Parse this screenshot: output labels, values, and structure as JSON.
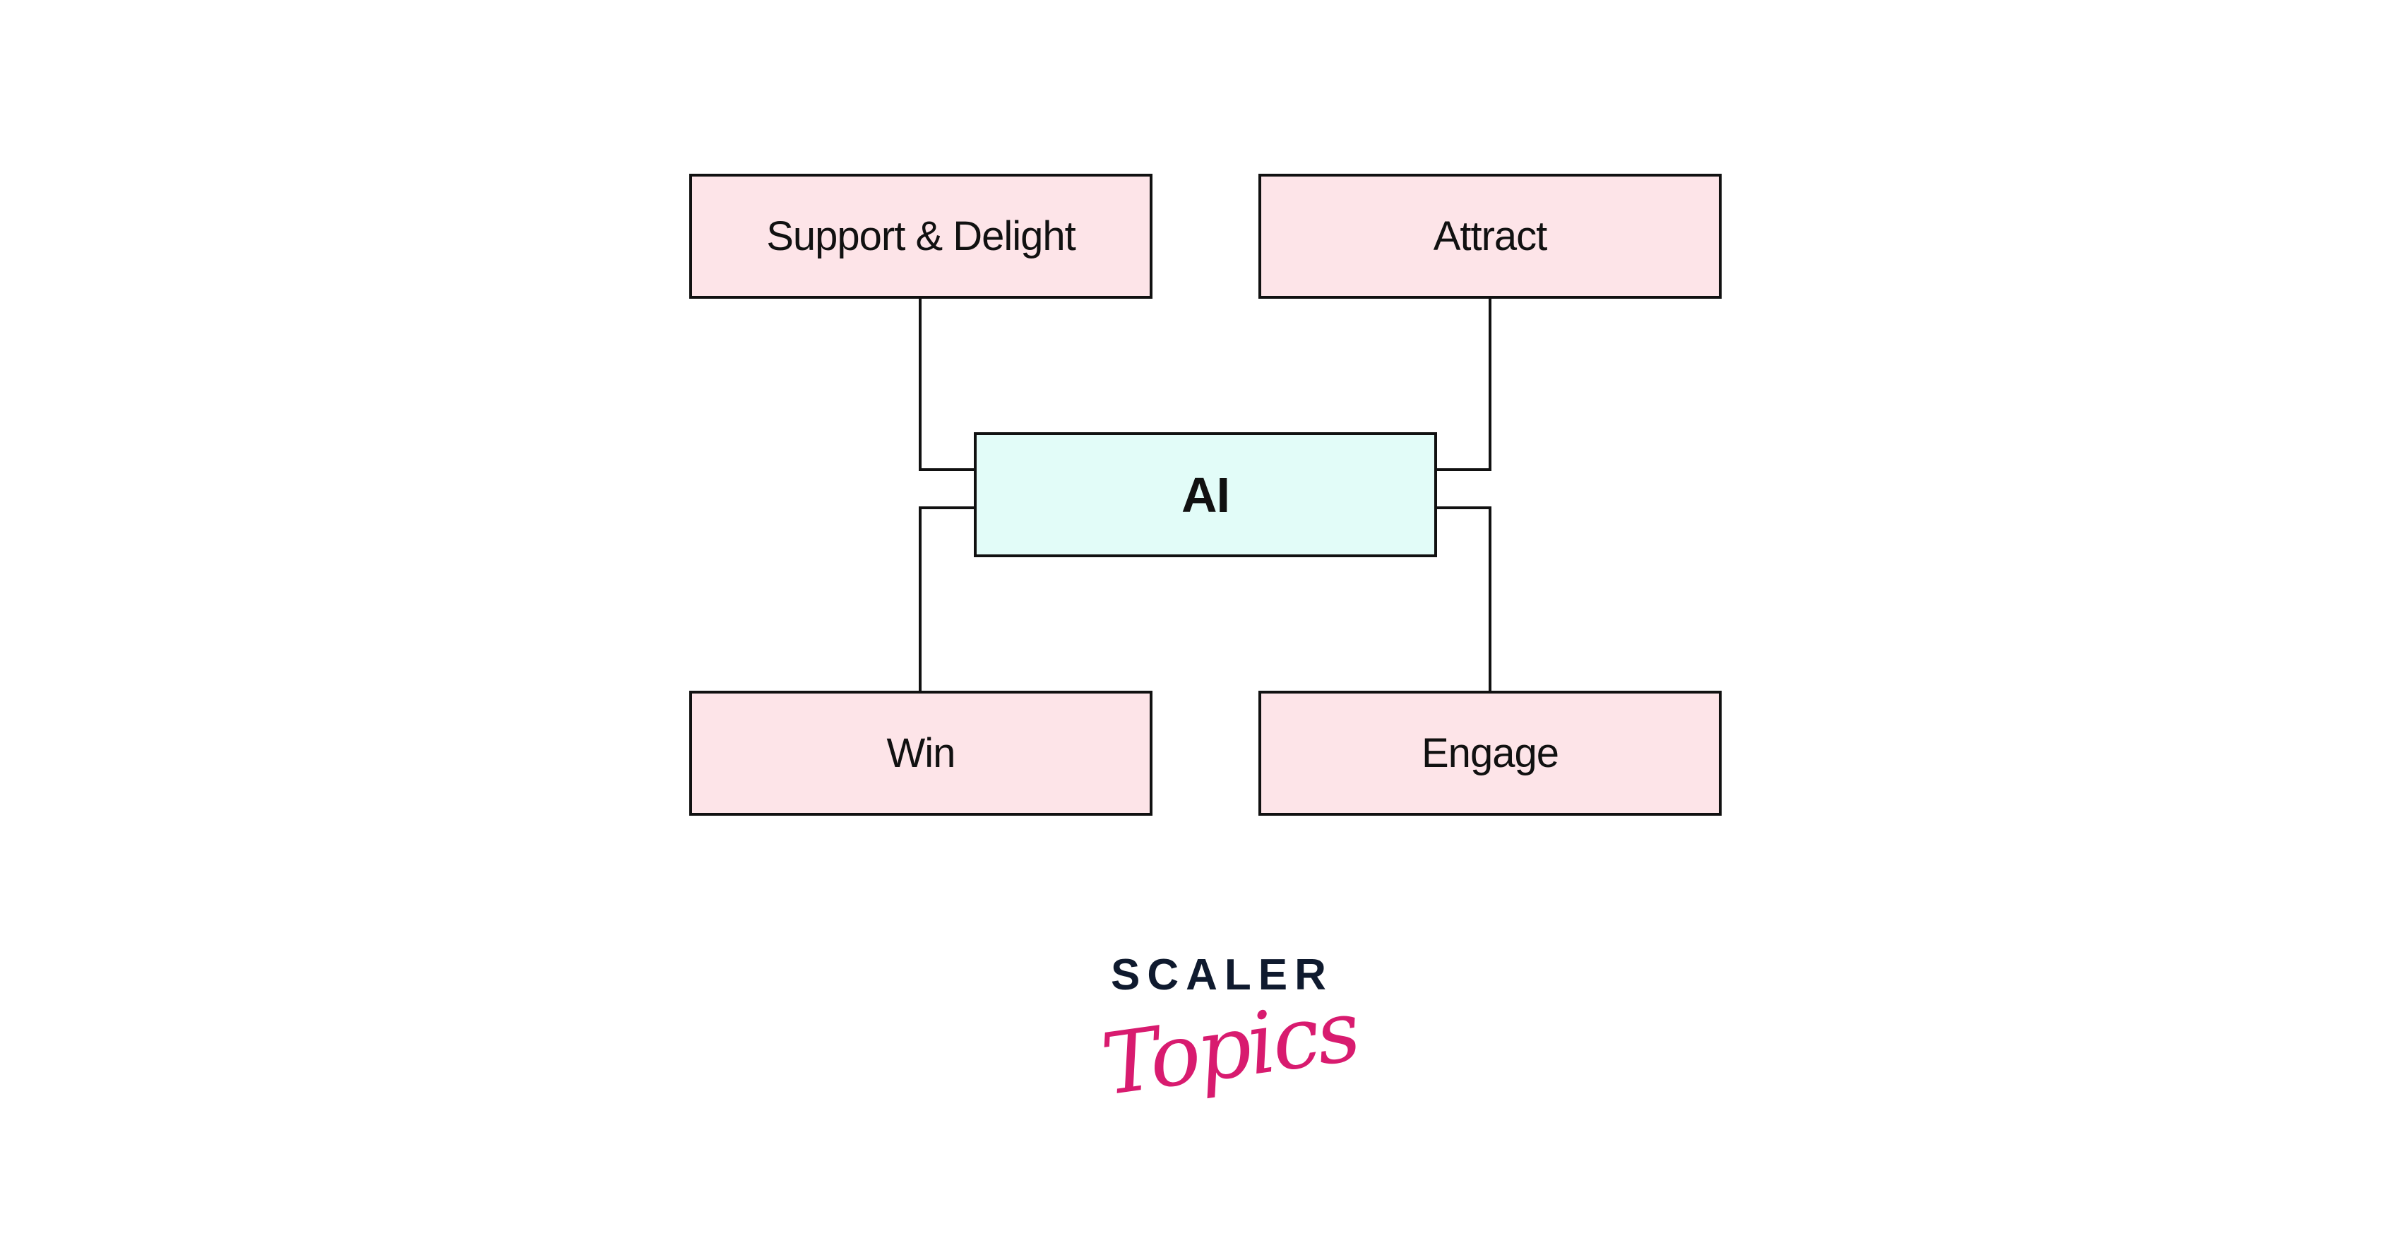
{
  "diagram": {
    "center": "AI",
    "nodes": {
      "top_left": "Support & Delight",
      "top_right": "Attract",
      "bottom_left": "Win",
      "bottom_right": "Engage"
    }
  },
  "logo": {
    "line1": "SCALER",
    "line2": "Topics"
  },
  "colors": {
    "node_fill": "#fde4e8",
    "center_fill": "#e2fcf8",
    "logo_dark": "#0f1a2e",
    "logo_pink": "#d81b6f"
  }
}
